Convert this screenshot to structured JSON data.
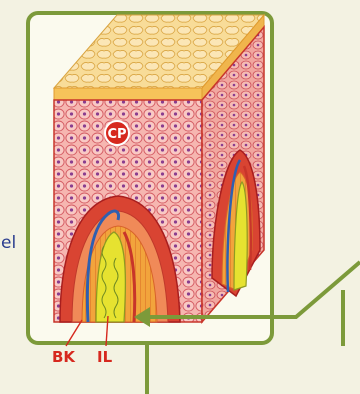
{
  "labels": {
    "cp": "CP",
    "bk": "BK",
    "il": "IL",
    "side_fragment": "el"
  },
  "colors": {
    "frame_green": "#7c9a3a",
    "background": "#f3f2e2",
    "top_surface": "#f7d58a",
    "epidermis_red": "#c8352a",
    "nerve_yellow": "#e6e230",
    "vessel_blue": "#2f5fb0",
    "label_red": "#d6281e"
  },
  "icons": {
    "pointer": "arrow-left-icon"
  }
}
